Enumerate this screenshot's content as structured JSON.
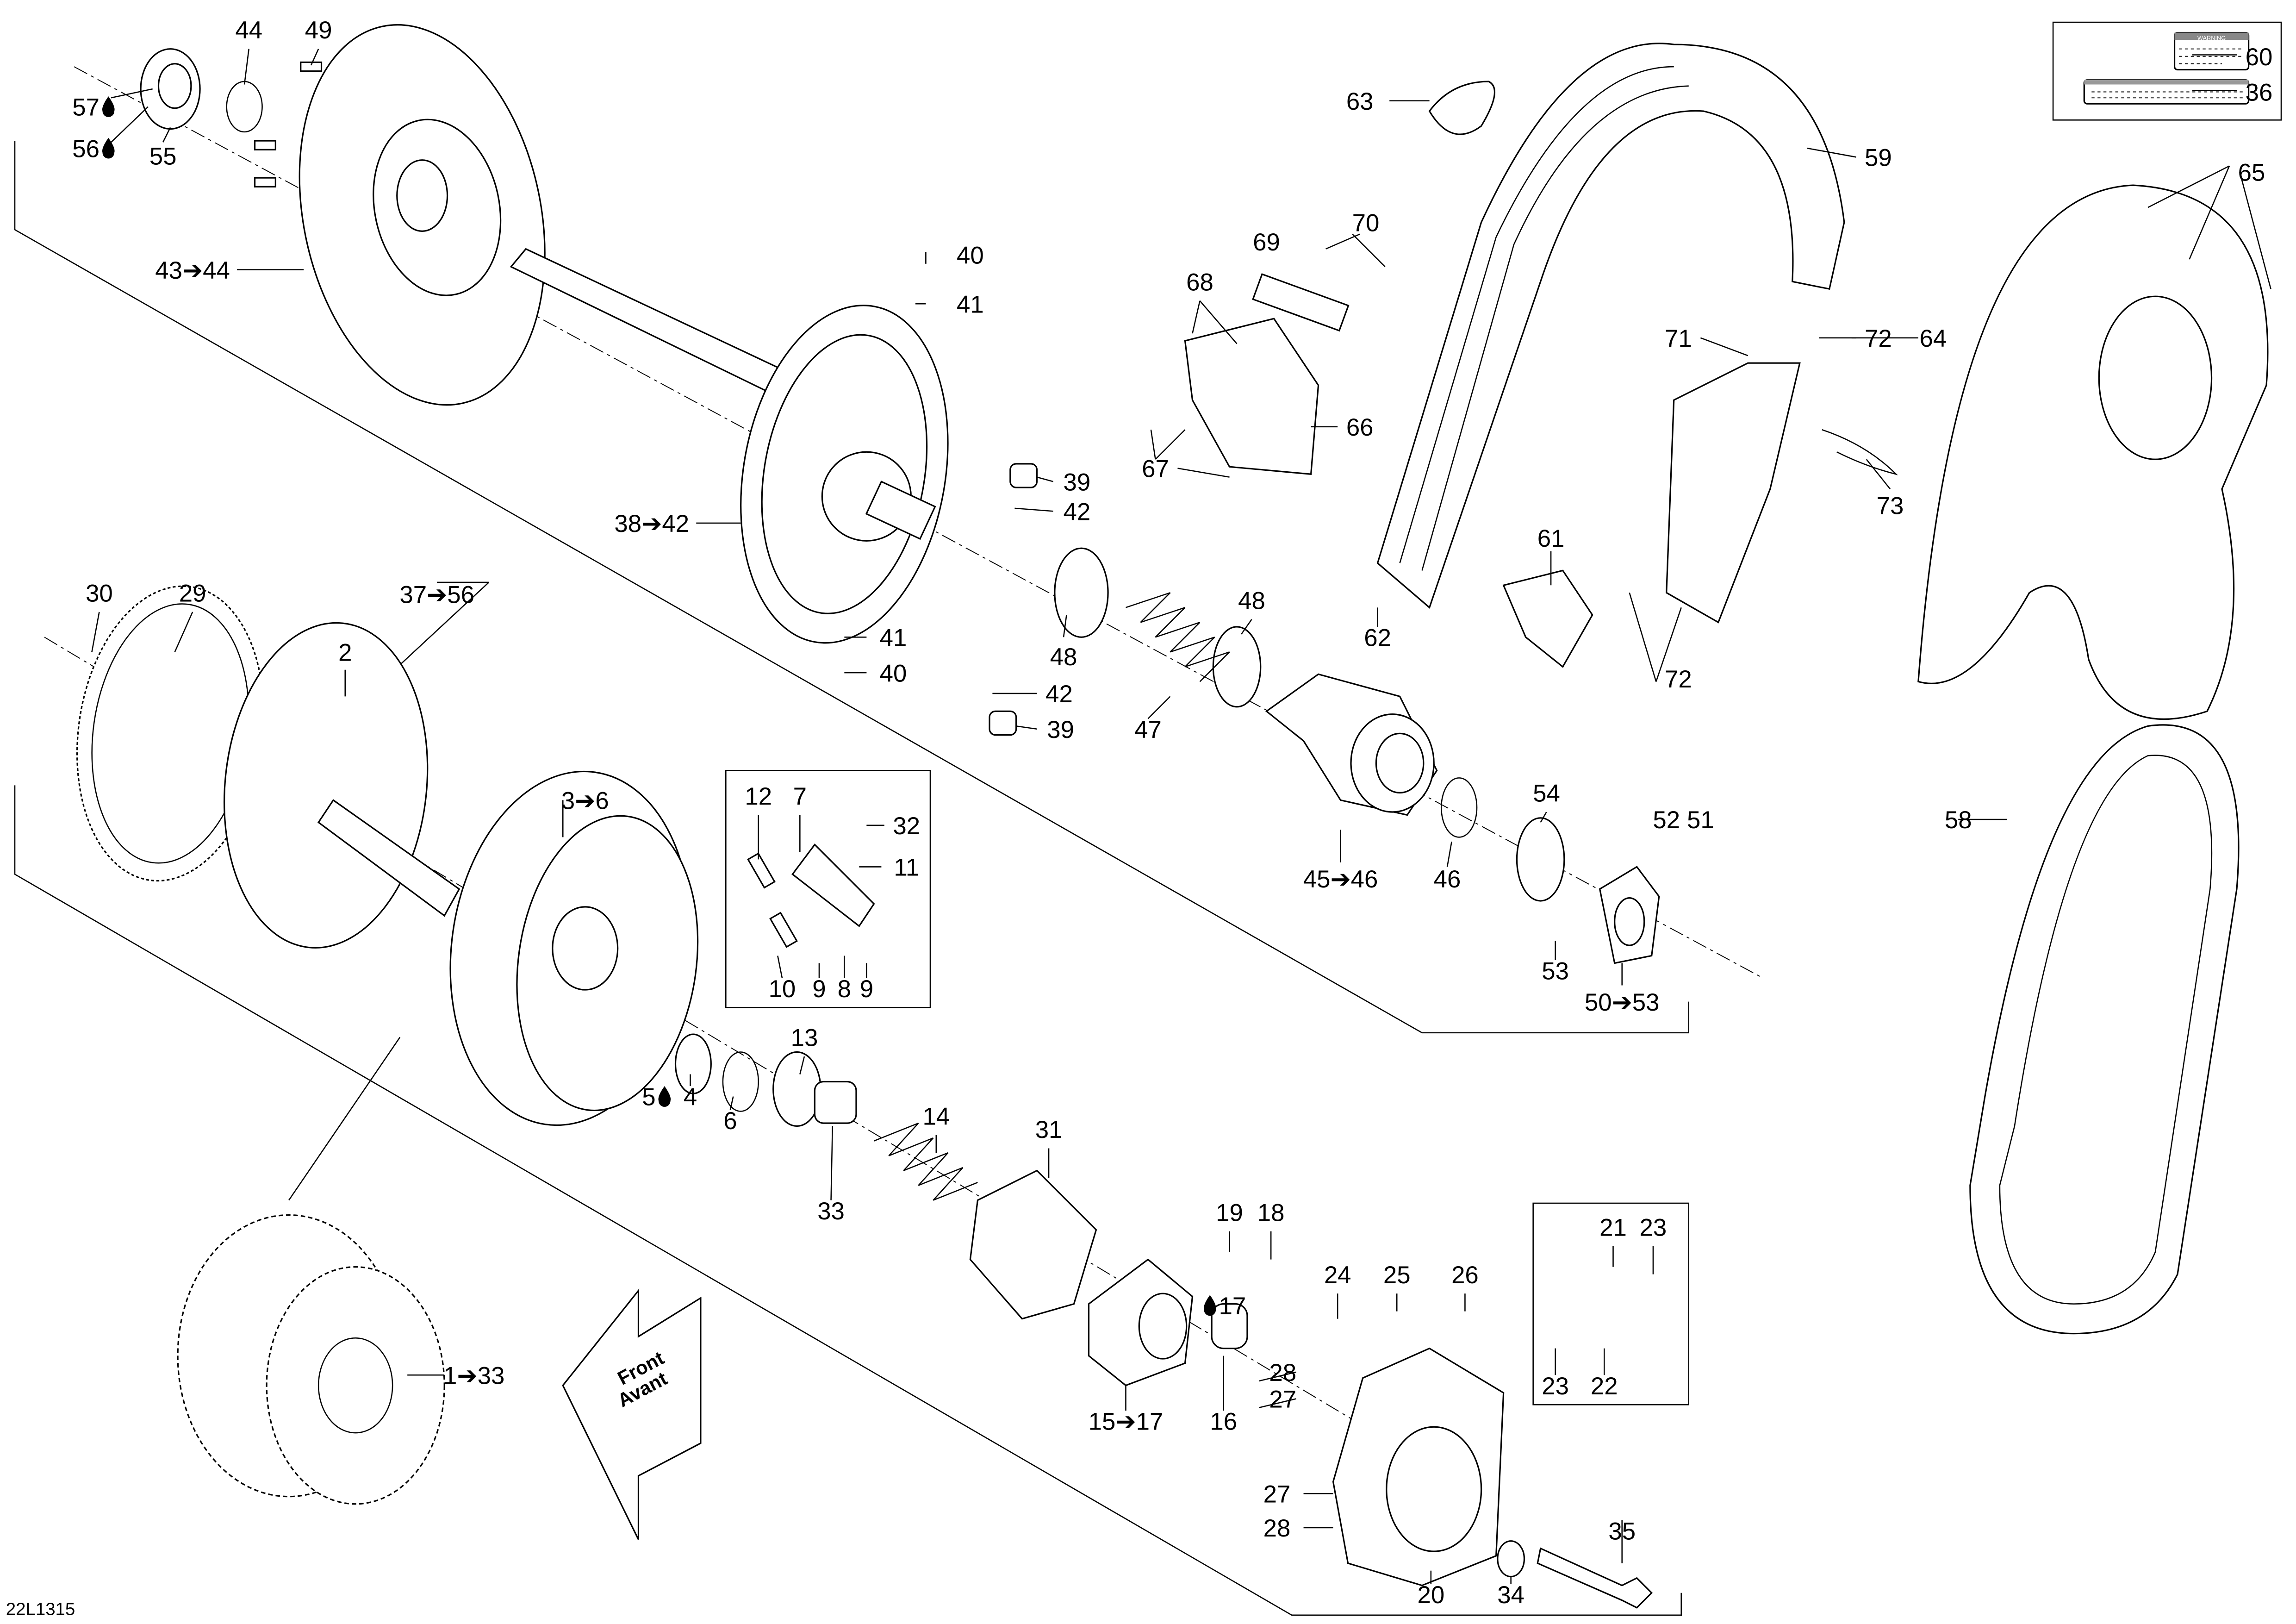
{
  "diagram": {
    "drawing_number": "22L1315",
    "front_arrow": {
      "line1": "Front",
      "line2": "Avant"
    },
    "warning_label": {
      "heading": "WARNING"
    },
    "callouts": [
      {
        "text": "57",
        "icon": "oil-drop-icon"
      },
      {
        "text": "56",
        "icon": "oil-drop-icon"
      },
      {
        "text": "55"
      },
      {
        "text": "44"
      },
      {
        "text": "49"
      },
      {
        "text": "43➔44"
      },
      {
        "text": "40"
      },
      {
        "text": "41"
      },
      {
        "text": "60"
      },
      {
        "text": "36"
      },
      {
        "text": "63"
      },
      {
        "text": "59"
      },
      {
        "text": "65"
      },
      {
        "text": "70"
      },
      {
        "text": "69"
      },
      {
        "text": "68"
      },
      {
        "text": "64"
      },
      {
        "text": "72"
      },
      {
        "text": "71"
      },
      {
        "text": "66"
      },
      {
        "text": "67"
      },
      {
        "text": "39"
      },
      {
        "text": "42"
      },
      {
        "text": "38➔42"
      },
      {
        "text": "73"
      },
      {
        "text": "61"
      },
      {
        "text": "37➔56"
      },
      {
        "text": "48"
      },
      {
        "text": "62"
      },
      {
        "text": "72"
      },
      {
        "text": "30"
      },
      {
        "text": "29"
      },
      {
        "text": "41"
      },
      {
        "text": "40"
      },
      {
        "text": "2"
      },
      {
        "text": "48"
      },
      {
        "text": "42"
      },
      {
        "text": "47"
      },
      {
        "text": "39"
      },
      {
        "text": "3➔6"
      },
      {
        "text": "12"
      },
      {
        "text": "7"
      },
      {
        "text": "32"
      },
      {
        "text": "11"
      },
      {
        "text": "45➔46"
      },
      {
        "text": "46"
      },
      {
        "text": "54"
      },
      {
        "text": "52"
      },
      {
        "text": "51"
      },
      {
        "text": "58"
      },
      {
        "text": "10"
      },
      {
        "text": "9"
      },
      {
        "text": "8"
      },
      {
        "text": "9"
      },
      {
        "text": "53"
      },
      {
        "text": "50➔53"
      },
      {
        "text": "13"
      },
      {
        "text": "5",
        "icon": "oil-drop-icon"
      },
      {
        "text": "4"
      },
      {
        "text": "6"
      },
      {
        "text": "14"
      },
      {
        "text": "33"
      },
      {
        "text": "31"
      },
      {
        "text": "19"
      },
      {
        "text": "18"
      },
      {
        "text": "24"
      },
      {
        "text": "25"
      },
      {
        "text": "26"
      },
      {
        "text": "21"
      },
      {
        "text": "23"
      },
      {
        "text": "17",
        "icon": "oil-drop-icon",
        "icon_before": true
      },
      {
        "text": "28"
      },
      {
        "text": "27"
      },
      {
        "text": "1➔33"
      },
      {
        "text": "15➔17"
      },
      {
        "text": "16"
      },
      {
        "text": "23"
      },
      {
        "text": "22"
      },
      {
        "text": "27"
      },
      {
        "text": "28"
      },
      {
        "text": "35"
      },
      {
        "text": "20"
      },
      {
        "text": "34"
      }
    ]
  }
}
